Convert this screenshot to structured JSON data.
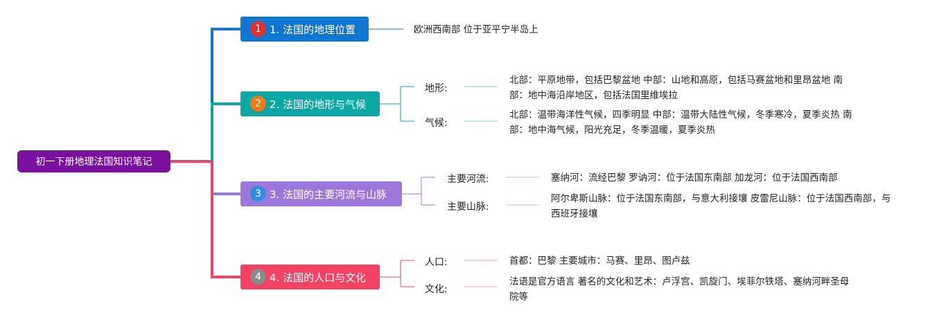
{
  "root": {
    "title": "初一下册地理法国知识笔记"
  },
  "colors": {
    "root": "#7b0fa0",
    "topic1": "#0f76d2",
    "topic2": "#0aa7a5",
    "topic3": "#9c77dc",
    "topic4": "#f44264"
  },
  "topics": [
    {
      "num": "1",
      "title": "1. 法国的地理位置",
      "leaf": "欧洲西南部 位于亚平宁半岛上"
    },
    {
      "num": "2",
      "title": "2. 法国的地形与气候",
      "subs": [
        {
          "label": "地形:",
          "text": "北部：平原地带，包括巴黎盆地 中部：山地和高原，包括马赛盆地和里昂盆地 南部：地中海沿岸地区，包括法国里维埃拉"
        },
        {
          "label": "气候:",
          "text": "北部：温带海洋性气候，四季明显 中部：温带大陆性气候，冬季寒冷，夏季炎热 南部：地中海气候，阳光充足，冬季温暖，夏季炎热"
        }
      ]
    },
    {
      "num": "3",
      "title": "3. 法国的主要河流与山脉",
      "subs": [
        {
          "label": "主要河流:",
          "text": "塞纳河：流经巴黎 罗讷河：位于法国东南部 加龙河：位于法国西南部"
        },
        {
          "label": "主要山脉:",
          "text": "阿尔卑斯山脉：位于法国东南部，与意大利接壤 皮雷尼山脉：位于法国西南部，与西班牙接壤"
        }
      ]
    },
    {
      "num": "4",
      "title": "4. 法国的人口与文化",
      "subs": [
        {
          "label": "人口:",
          "text": "首都：巴黎 主要城市：马赛、里昂、图卢兹"
        },
        {
          "label": "文化:",
          "text": "法语是官方语言 著名的文化和艺术：卢浮宫、凯旋门、埃菲尔铁塔、塞纳河畔圣母院等"
        }
      ]
    }
  ]
}
